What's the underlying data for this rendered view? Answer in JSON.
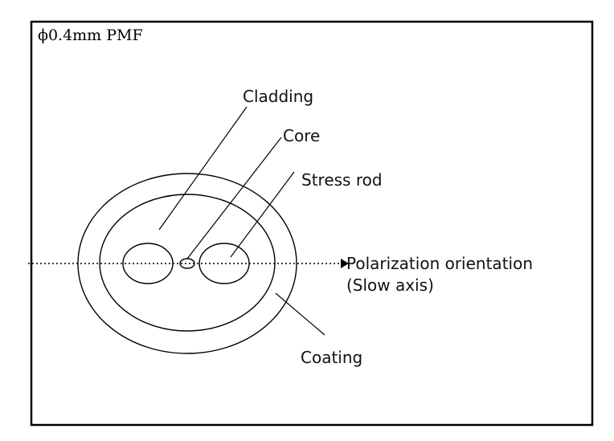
{
  "diagram": {
    "title": "ϕ0.4mm PMF",
    "labels": {
      "cladding": "Cladding",
      "core": "Core",
      "stress_rod": "Stress rod",
      "polarization_line1": "Polarization orientation",
      "polarization_line2": "(Slow axis)",
      "coating": "Coating"
    }
  }
}
